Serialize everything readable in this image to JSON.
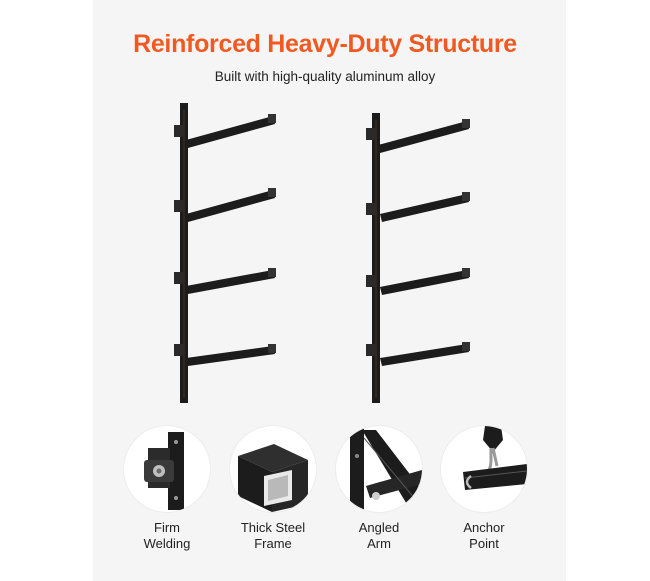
{
  "header": {
    "title": "Reinforced Heavy-Duty Structure",
    "subtitle": "Built with high-quality aluminum alloy"
  },
  "colors": {
    "accent": "#f05a22",
    "frame": "#1c1c1c",
    "text": "#222222"
  },
  "features": [
    {
      "icon": "welding-joint-icon",
      "label": "Firm\nWelding"
    },
    {
      "icon": "steel-tube-icon",
      "label": "Thick Steel\nFrame"
    },
    {
      "icon": "angled-arm-icon",
      "label": "Angled\nArm"
    },
    {
      "icon": "anchor-hook-icon",
      "label": "Anchor\nPoint"
    }
  ]
}
